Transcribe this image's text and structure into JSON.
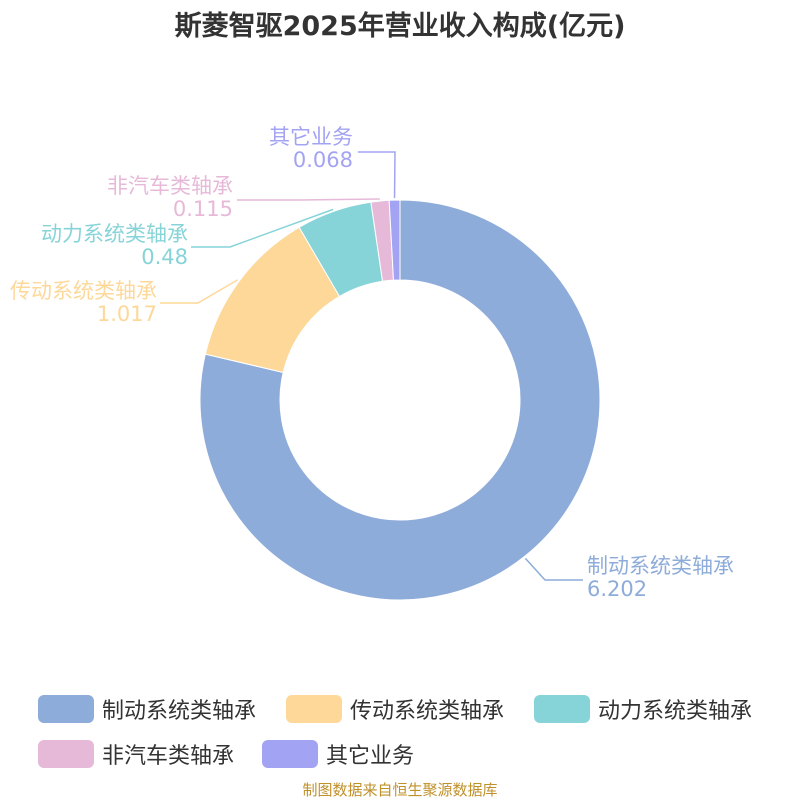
{
  "title": "斯菱智驱2025年营业收入构成(亿元)",
  "source": "制图数据来自恒生聚源数据库",
  "chart_data": {
    "type": "pie",
    "title": "斯菱智驱2025年营业收入构成(亿元)",
    "unit": "亿元",
    "donut": true,
    "legend_position": "bottom",
    "categories": [
      "制动系统类轴承",
      "传动系统类轴承",
      "动力系统类轴承",
      "非汽车类轴承",
      "其它业务"
    ],
    "values": [
      6.202,
      1.017,
      0.48,
      0.115,
      0.068
    ],
    "value_labels": [
      "6.202",
      "1.017",
      "0.48",
      "0.115",
      "0.068"
    ],
    "colors": [
      "#8eacd9",
      "#fdd899",
      "#86d4d8",
      "#e7b9d8",
      "#a3a3f3"
    ]
  }
}
